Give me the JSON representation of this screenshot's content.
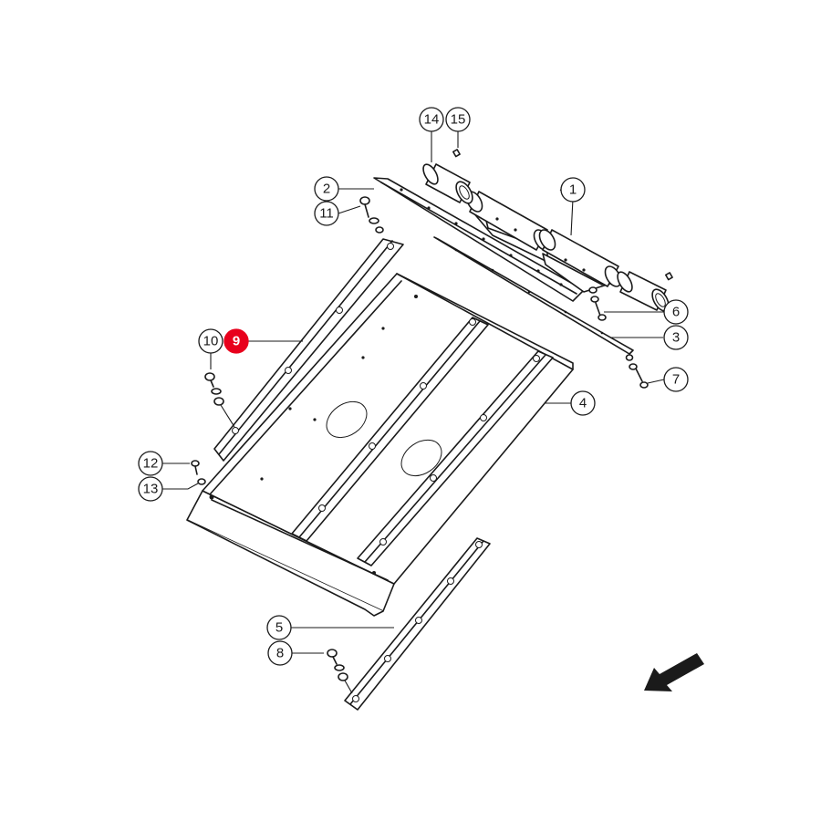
{
  "diagram": {
    "highlight_color": "#e8001c",
    "line_color": "#1a1a1a",
    "highlighted_part": "9",
    "callouts": [
      {
        "label": "1"
      },
      {
        "label": "2"
      },
      {
        "label": "3"
      },
      {
        "label": "4"
      },
      {
        "label": "5"
      },
      {
        "label": "6"
      },
      {
        "label": "7"
      },
      {
        "label": "8"
      },
      {
        "label": "9"
      },
      {
        "label": "10"
      },
      {
        "label": "11"
      },
      {
        "label": "12"
      },
      {
        "label": "13"
      },
      {
        "label": "14"
      },
      {
        "label": "15"
      }
    ],
    "direction_arrow_icon": "arrow-down-left-icon"
  }
}
